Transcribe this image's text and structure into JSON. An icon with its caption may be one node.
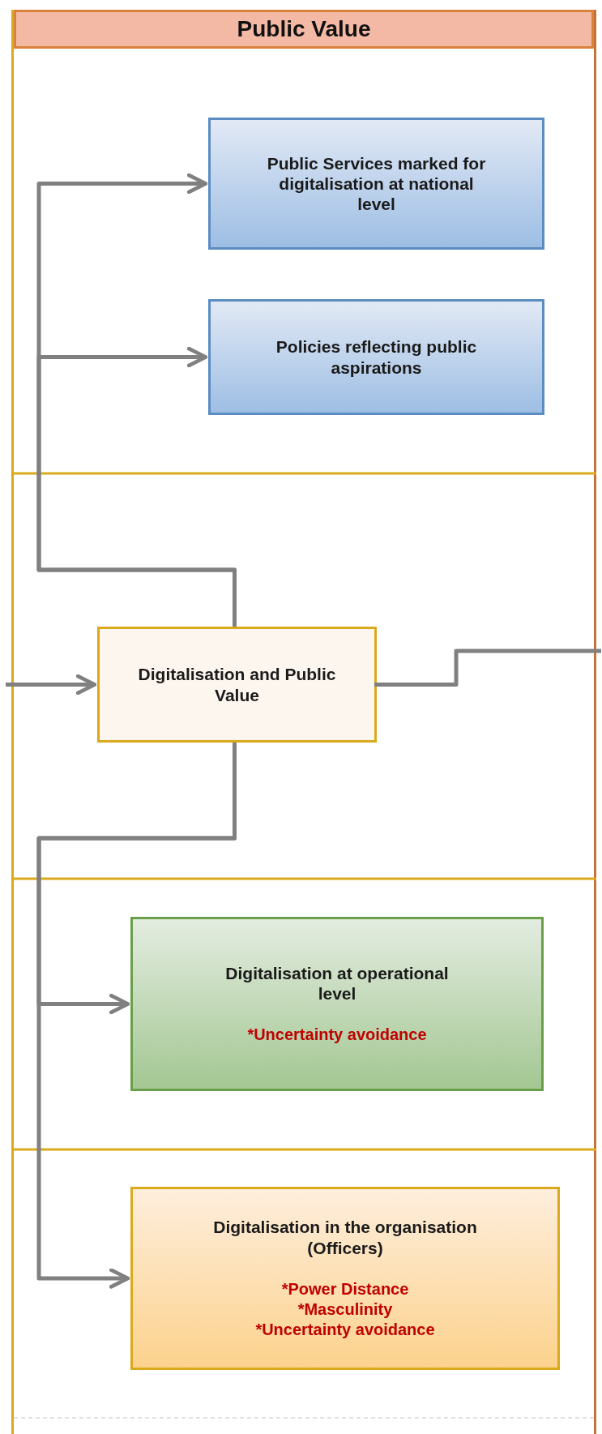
{
  "diagram": {
    "nodes": [
      {
        "text": [
          "Public Value"
        ]
      },
      {
        "text": [
          "Public Services marked for digitalisation at national level"
        ],
        "in": 0
      },
      {
        "text": [
          "Policies reflecting public aspirations"
        ],
        "in": 0
      },
      {
        "text": [
          "Digitalisation and Public Value"
        ],
        "in": 0
      },
      {
        "text": [
          "Digitalisation at operational level",
          "*Uncertainty avoidance"
        ],
        "in": 0
      },
      {
        "text": [
          "Digitalisation in the organisation (Officers)",
          "*Power Distance",
          "*Masculinity",
          "*Uncertainty avoidance"
        ],
        "in": 0
      }
    ],
    "edges": [
      {
        "from": null,
        "to": 3,
        "arrow": "to"
      },
      {
        "from": 3,
        "to": null,
        "arrow": "none"
      },
      {
        "from": 3,
        "to": 1,
        "arrow": "to"
      },
      {
        "from": 3,
        "to": 2,
        "arrow": "to"
      },
      {
        "from": 3,
        "to": 4,
        "arrow": "to"
      },
      {
        "from": 3,
        "to": 5,
        "arrow": "to"
      }
    ]
  }
}
